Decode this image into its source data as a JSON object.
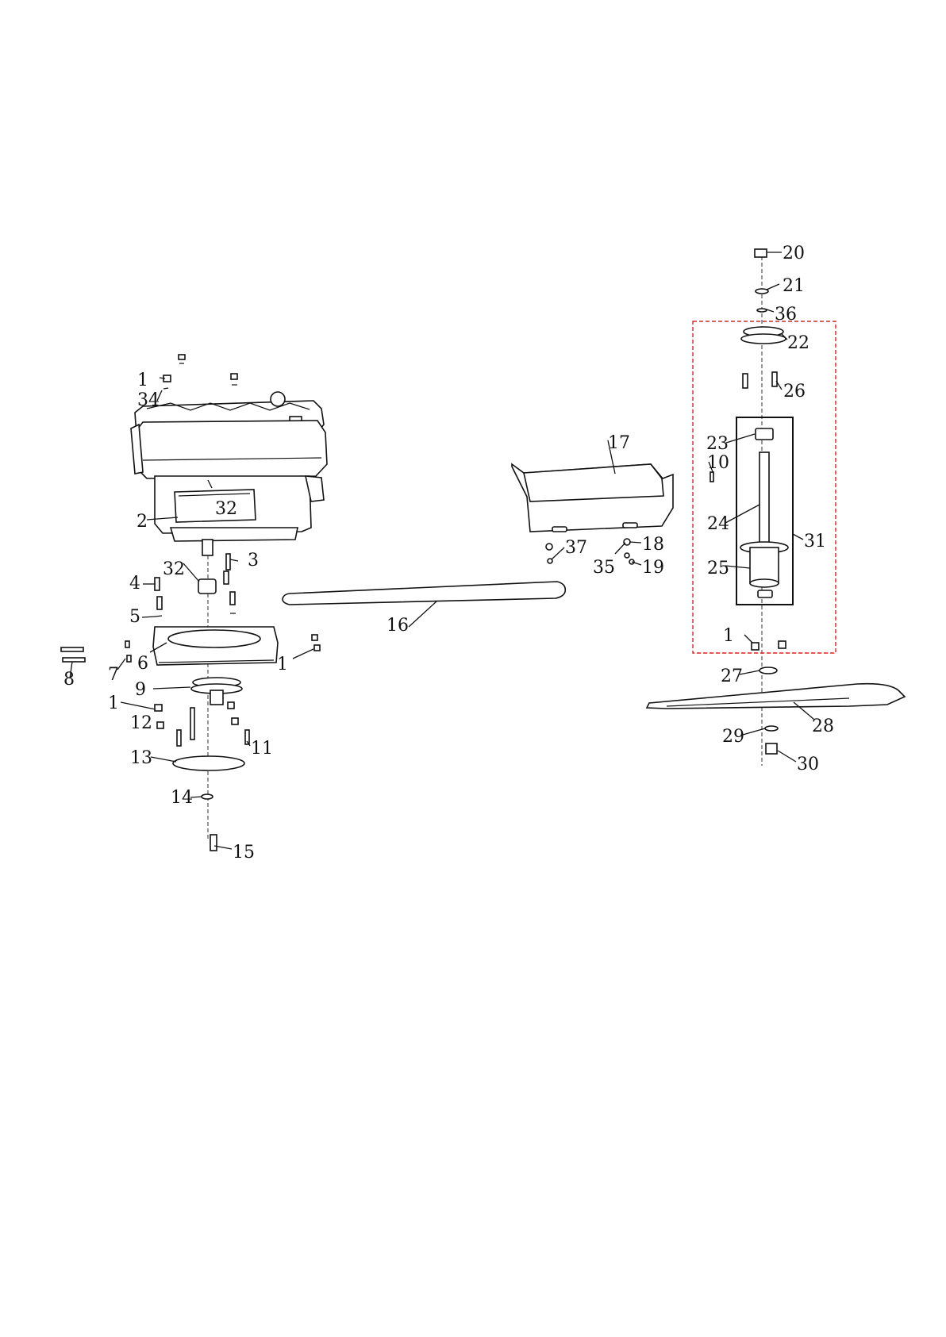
{
  "labels": [
    "20",
    "21",
    "36",
    "22",
    "26",
    "23",
    "10",
    "24",
    "31",
    "25",
    "1",
    "27",
    "28",
    "29",
    "30",
    "17",
    "37",
    "18",
    "35",
    "19",
    "16",
    "1",
    "34",
    "32",
    "2",
    "32",
    "3",
    "4",
    "5",
    "6",
    "7",
    "8",
    "1",
    "9",
    "1",
    "12",
    "11",
    "13",
    "14",
    "15"
  ]
}
